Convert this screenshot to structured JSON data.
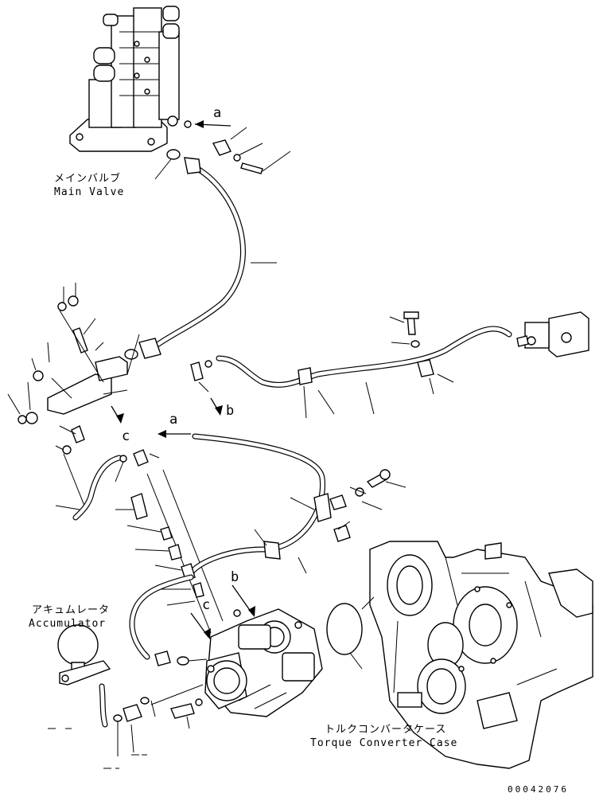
{
  "labels": {
    "main_valve_jp": "メインバルブ",
    "main_valve_en": "Main Valve",
    "accumulator_jp": "アキュムレータ",
    "accumulator_en": "Accumulator",
    "torque_converter_jp": "トルクコンバータケース",
    "torque_converter_en": "Torque Converter Case"
  },
  "references": {
    "a_top": "a",
    "a_mid": "a",
    "b_mid": "b",
    "b_low": "b",
    "c_mid": "c",
    "c_low": "c"
  },
  "drawing_code": "00042076",
  "icons": [
    "main-valve",
    "accumulator",
    "torque-converter-case",
    "pump",
    "hose",
    "fitting",
    "bolt",
    "o-ring",
    "clamp",
    "valve-block"
  ]
}
